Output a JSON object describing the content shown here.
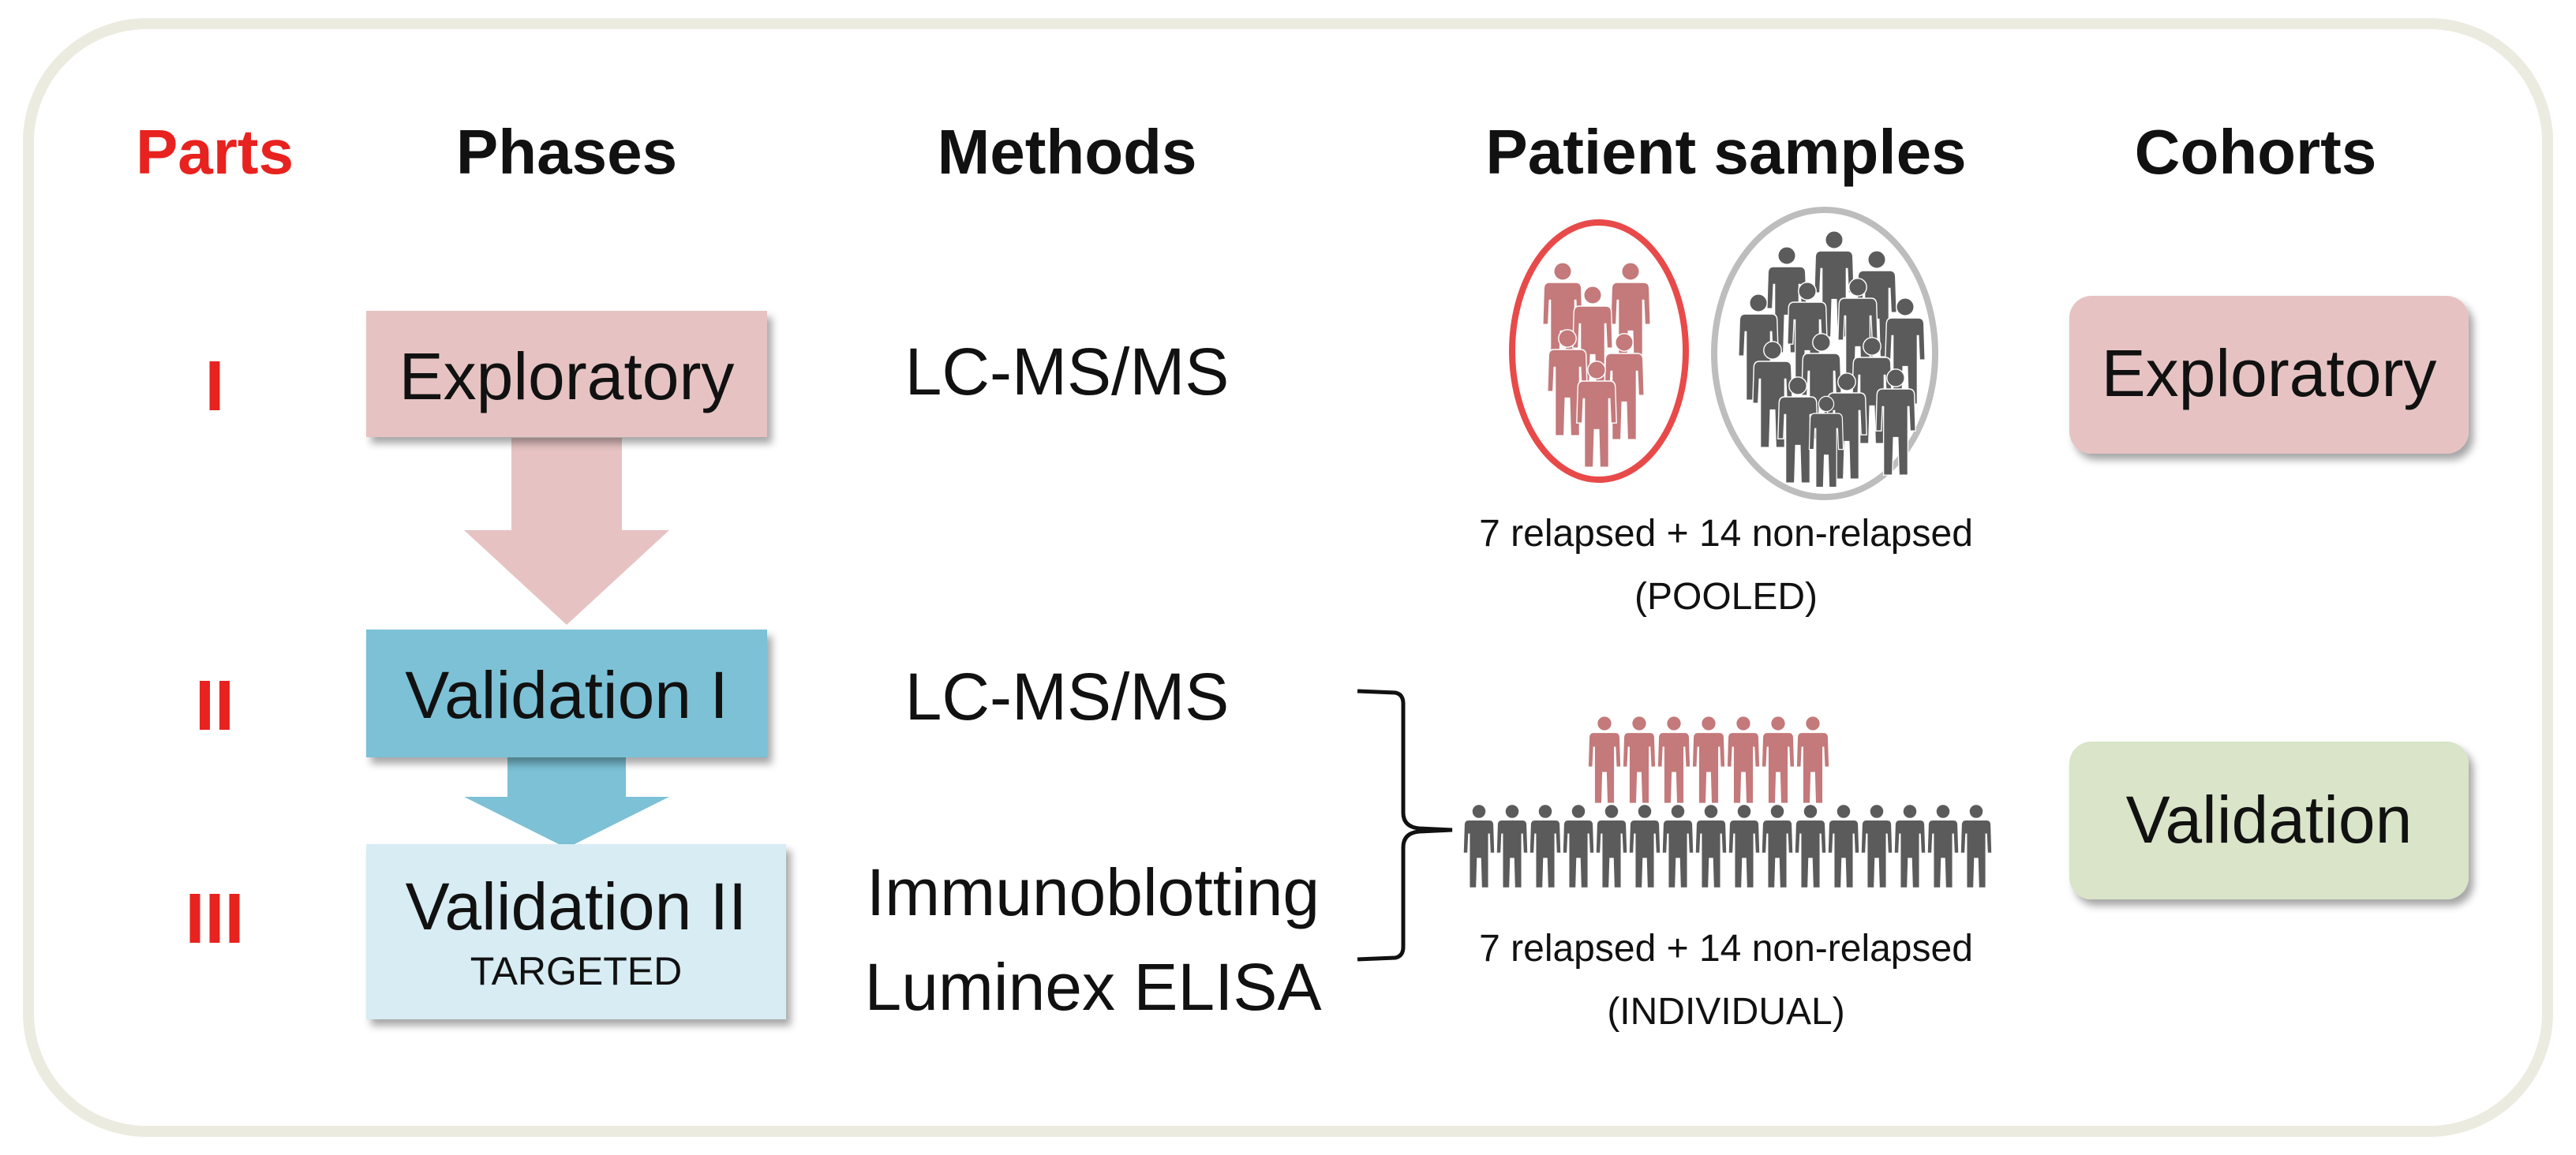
{
  "headers": {
    "parts": "Parts",
    "phases": "Phases",
    "methods": "Methods",
    "patient_samples": "Patient samples",
    "cohorts": "Cohorts"
  },
  "rows": [
    {
      "part": "I",
      "phase": "Exploratory",
      "phase_sub": "",
      "method": "LC-MS/MS"
    },
    {
      "part": "II",
      "phase": "Validation I",
      "phase_sub": "",
      "method": "LC-MS/MS"
    },
    {
      "part": "III",
      "phase": "Validation II",
      "phase_sub": "TARGETED",
      "methods": [
        "Immunoblotting",
        "Luminex ELISA"
      ]
    }
  ],
  "samples": {
    "pooled_caption": "7 relapsed + 14 non-relapsed",
    "pooled_note": "(POOLED)",
    "individual_caption": "7 relapsed + 14 non-relapsed",
    "individual_note": "(INDIVIDUAL)"
  },
  "cohorts": {
    "exploratory": "Exploratory",
    "validation": "Validation"
  },
  "colors": {
    "part_red": "#e8221f",
    "exploratory_pink": "#e6c3c2",
    "validation1_blue": "#7cc1d6",
    "validation2_lightblue": "#d7ecf3",
    "validation_green": "#d9e4c8",
    "relapsed_figure": "#c4797a",
    "nonrelapsed_figure": "#5b5b5b",
    "frame_border": "#ecebe0"
  }
}
